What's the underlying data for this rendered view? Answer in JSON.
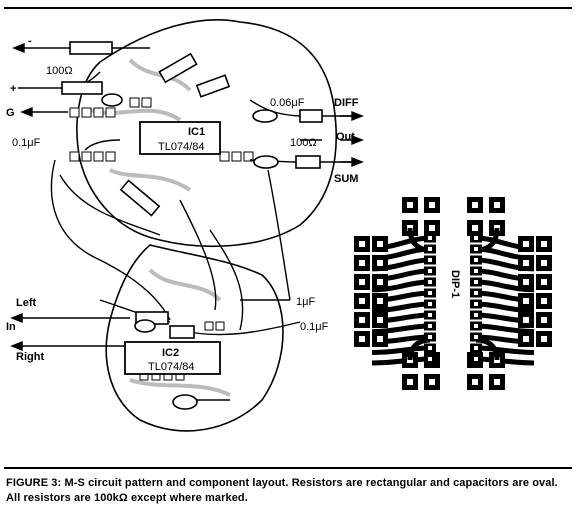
{
  "figure": {
    "caption_title": "FIGURE 3: M-S circuit pattern and component layout.",
    "caption_text": "Resistors are rectangular and capacitors are oval. All resistors are 100kΩ except where marked."
  },
  "labels": {
    "minus": "-",
    "plus": "+",
    "ground": "G",
    "r_100_left": "100Ω",
    "cap_01_left": "0.1μF",
    "ic1_name": "IC1",
    "ic1_part": "TL074/84",
    "cap_006": "0.06μF",
    "diff": "DIFF",
    "r_100_right": "100Ω",
    "out": "Out",
    "sum": "SUM",
    "left": "Left",
    "in": "In",
    "right": "Right",
    "cap_1uf": "1μF",
    "cap_01_lower": "0.1μF",
    "ic2_name": "IC2",
    "ic2_part": "TL074/84",
    "dip_label": "DIP-1"
  }
}
